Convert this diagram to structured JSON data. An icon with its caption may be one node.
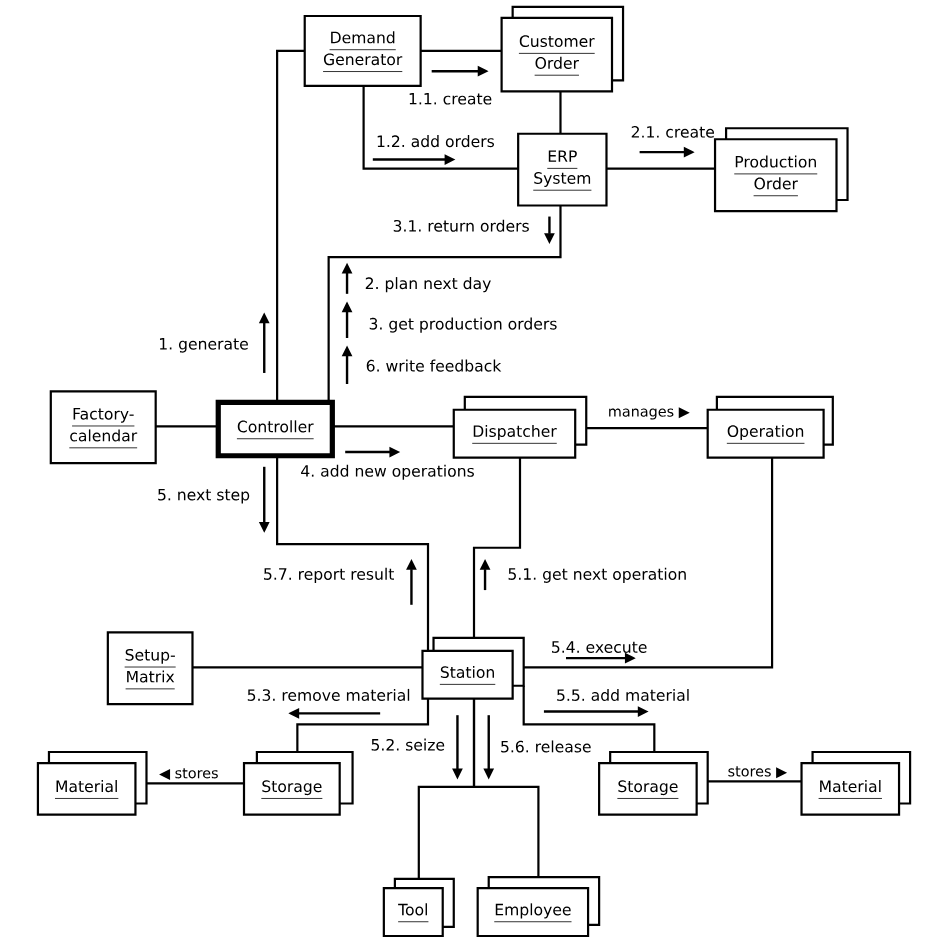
{
  "diagram": {
    "nodes": [
      {
        "text": [
          "Demand Generator"
        ]
      },
      {
        "text": [
          "Customer Order"
        ]
      },
      {
        "text": [
          "ERP System"
        ]
      },
      {
        "text": [
          "Production Order"
        ]
      },
      {
        "text": [
          "Factory-calendar"
        ]
      },
      {
        "text": [
          "Controller"
        ]
      },
      {
        "text": [
          "Dispatcher"
        ]
      },
      {
        "text": [
          "Operation"
        ]
      },
      {
        "text": [
          "Setup-Matrix"
        ]
      },
      {
        "text": [
          "Station"
        ]
      },
      {
        "text": [
          "Storage"
        ]
      },
      {
        "text": [
          "Material"
        ]
      },
      {
        "text": [
          "Storage"
        ]
      },
      {
        "text": [
          "Material"
        ]
      },
      {
        "text": [
          "Tool"
        ]
      },
      {
        "text": [
          "Employee"
        ]
      }
    ],
    "edges": [
      {
        "from": 5,
        "to": 0,
        "arrow": "none",
        "label": "1. generate"
      },
      {
        "from": 0,
        "to": 1,
        "arrow": "none",
        "label": "1.1. create"
      },
      {
        "from": 0,
        "to": 2,
        "arrow": "none",
        "label": "1.2. add orders"
      },
      {
        "from": 1,
        "to": 2,
        "arrow": "none"
      },
      {
        "from": 2,
        "to": 3,
        "arrow": "none",
        "label": "2.1. create"
      },
      {
        "from": 5,
        "to": 2,
        "arrow": "none",
        "label": "2. plan next day"
      },
      {
        "from": 4,
        "to": 5,
        "arrow": "none"
      },
      {
        "from": 5,
        "to": 6,
        "arrow": "none",
        "label": "4. add new operations"
      },
      {
        "from": 6,
        "to": 7,
        "arrow": "none",
        "label": "manages ▶"
      },
      {
        "from": 5,
        "to": 9,
        "arrow": "none",
        "label": "5. next step"
      },
      {
        "from": 6,
        "to": 9,
        "arrow": "none",
        "label": "5.1. get next operation"
      },
      {
        "from": 9,
        "to": 8,
        "arrow": "none"
      },
      {
        "from": 9,
        "to": 10,
        "arrow": "none",
        "label": "5.3. remove material"
      },
      {
        "from": 10,
        "to": 11,
        "arrow": "none",
        "label": "◀ stores"
      },
      {
        "from": 9,
        "to": 7,
        "arrow": "none",
        "label": "5.4. execute"
      },
      {
        "from": 9,
        "to": 12,
        "arrow": "none",
        "label": "5.5. add material"
      },
      {
        "from": 12,
        "to": 13,
        "arrow": "none",
        "label": "stores ▶"
      },
      {
        "from": 9,
        "to": 14,
        "arrow": "none",
        "label": "5.2. seize"
      },
      {
        "from": 9,
        "to": 15,
        "arrow": "none",
        "label": "5.6. release"
      }
    ],
    "labels": [
      "3.1. return orders",
      "3. get production orders",
      "6. write feedback",
      "5.7. report result"
    ]
  }
}
